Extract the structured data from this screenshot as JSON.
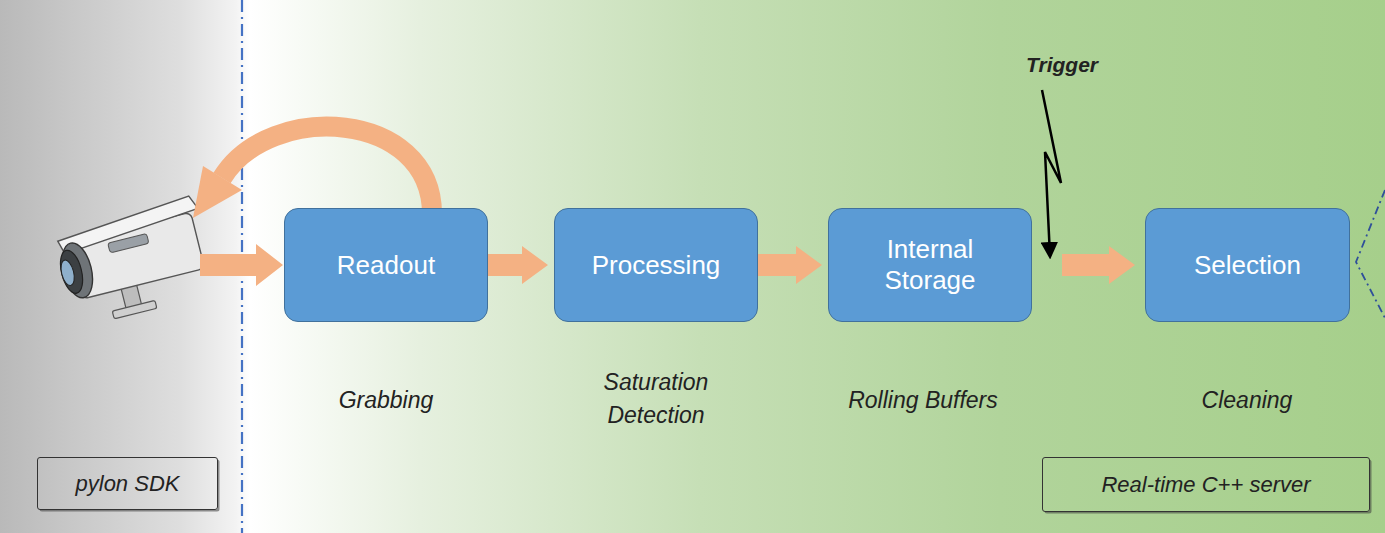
{
  "diagram": {
    "nodes": [
      {
        "text": [
          "Readout"
        ]
      },
      {
        "text": [
          "Processing"
        ]
      },
      {
        "text": [
          "Internal Storage"
        ]
      },
      {
        "text": [
          "Selection"
        ]
      },
      {
        "text": [
          "pylon SDK"
        ]
      },
      {
        "text": [
          "Real-time C++ server"
        ]
      }
    ],
    "edges": [
      {
        "from": 0,
        "to": 1,
        "arrow": "to"
      },
      {
        "from": 1,
        "to": 2,
        "arrow": "to"
      },
      {
        "from": 2,
        "to": 3,
        "arrow": "to"
      }
    ],
    "labels": [
      "Trigger",
      "Grabbing",
      "Saturation Detection",
      "Rolling Buffers",
      "Cleaning"
    ]
  }
}
